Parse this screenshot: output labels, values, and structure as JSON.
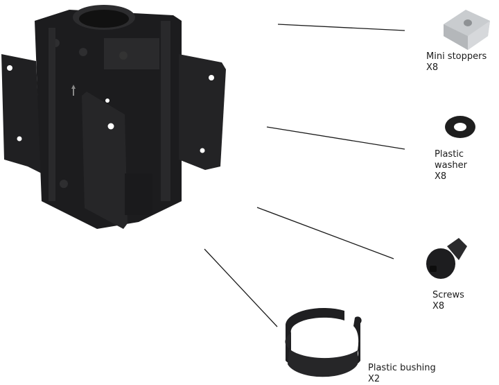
{
  "colors": {
    "background": "#ffffff",
    "metal_dark": "#1c1c1e",
    "metal_mid": "#2a2a2c",
    "metal_edge": "#3a3a3d",
    "stopper": "#c9cccf",
    "leader_line": "#1a1a1a"
  },
  "parts": [
    {
      "name": "Mini stoppers",
      "quantity": "X8"
    },
    {
      "name": "Plastic washer",
      "quantity": "X8"
    },
    {
      "name": "Screws",
      "quantity": "X8"
    },
    {
      "name": "Plastic bushing",
      "quantity": "X2"
    }
  ]
}
